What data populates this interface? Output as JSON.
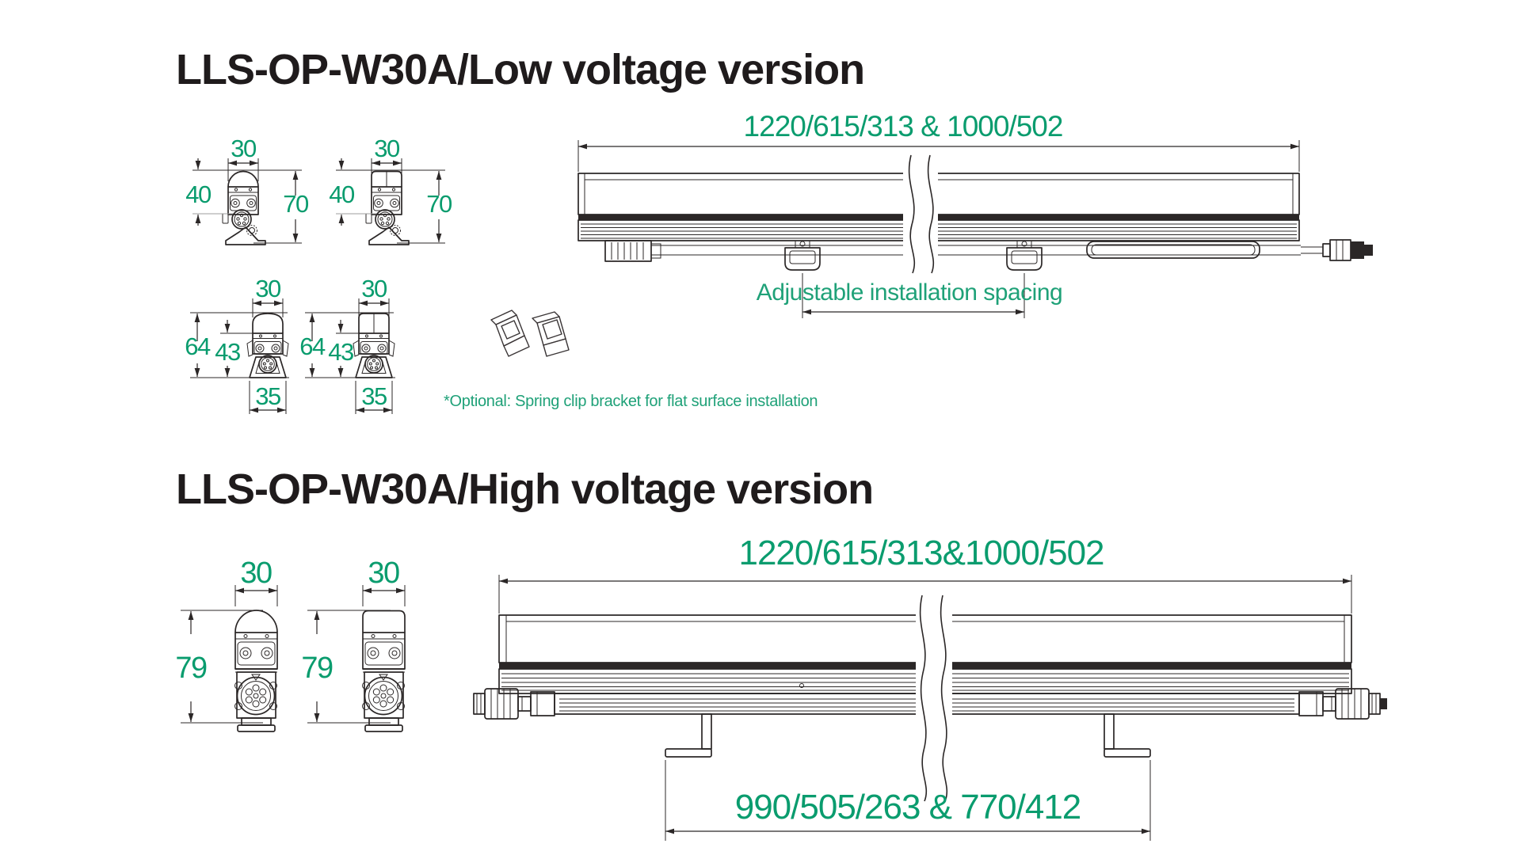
{
  "page": {
    "background": "#ffffff",
    "accent_green": "#0a9c6e",
    "note_green": "#1fa178",
    "line_color": "#2b2727"
  },
  "low_voltage": {
    "title": "LLS-OP-W30A/Low voltage version",
    "length_dim": "1220/615/313 & 1000/502",
    "spacing_note": "Adjustable installation spacing",
    "optional_note": "*Optional: Spring clip bracket for flat surface installation",
    "end_view_domed": {
      "width_mm": "30",
      "body_height_mm": "40",
      "total_height_mm": "70"
    },
    "end_view_flat": {
      "width_mm": "30",
      "body_height_mm": "40",
      "total_height_mm": "70"
    },
    "clip_view_domed": {
      "width_mm": "30",
      "total_height_mm": "64",
      "body_height_mm": "43",
      "base_width_mm": "35"
    },
    "clip_view_flat": {
      "width_mm": "30",
      "total_height_mm": "64",
      "body_height_mm": "43",
      "base_width_mm": "35"
    }
  },
  "high_voltage": {
    "title": "LLS-OP-W30A/High voltage version",
    "length_dim": "1220/615/313&1000/502",
    "mount_spacing_dim": "990/505/263 & 770/412",
    "end_view_domed": {
      "width_mm": "30",
      "total_height_mm": "79"
    },
    "end_view_flat": {
      "width_mm": "30",
      "total_height_mm": "79"
    }
  }
}
